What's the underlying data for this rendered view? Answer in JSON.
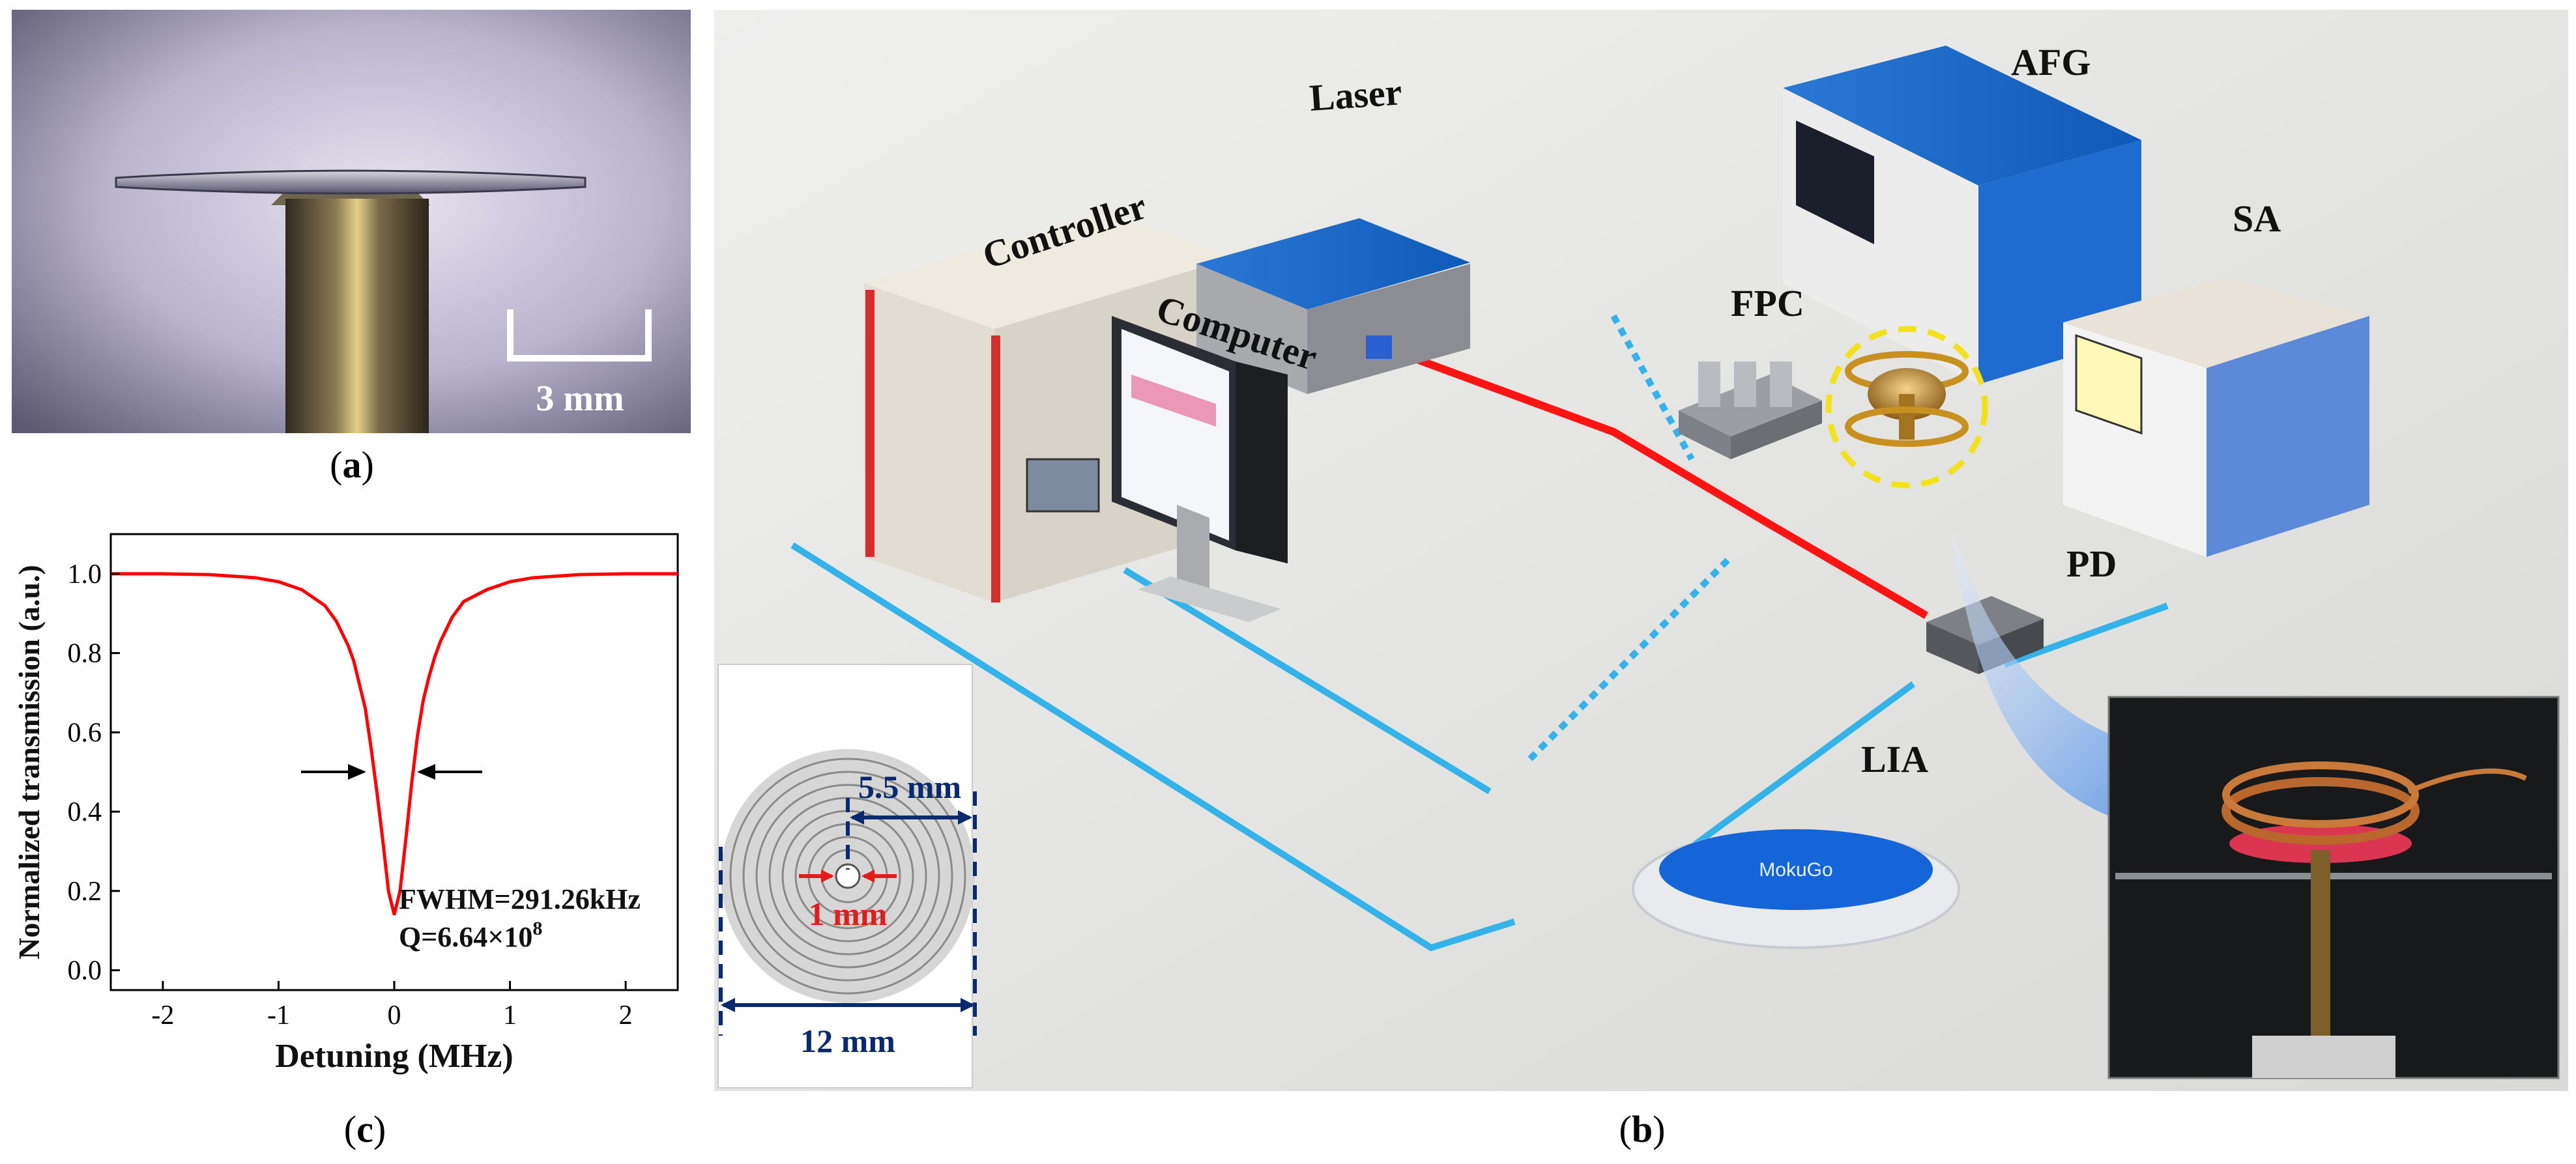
{
  "figure": {
    "captions": {
      "a": "(a)",
      "b": "(b)",
      "c": "(c)"
    }
  },
  "panel_a": {
    "scale_bar_label": "3 mm"
  },
  "panel_b": {
    "labels": {
      "afg": "AFG",
      "laser": "Laser",
      "controller": "Controller",
      "fpc": "FPC",
      "computer": "Computer",
      "sa": "SA",
      "pd": "PD",
      "lia": "LIA",
      "lia_brand": "MokuGo"
    },
    "inset_spiral": {
      "dim_radius": "5.5 mm",
      "dim_hole": "1 mm",
      "dim_diameter": "12 mm"
    }
  },
  "chart_data": {
    "type": "line",
    "xlabel": "Detuning (MHz)",
    "ylabel": "Normalized transmission (a.u.)",
    "xlim": [
      -2.45,
      2.45
    ],
    "ylim": [
      -0.05,
      1.1
    ],
    "xticks": [
      -2,
      -1,
      0,
      1,
      2
    ],
    "yticks": [
      0.0,
      0.2,
      0.4,
      0.6,
      0.8,
      1.0
    ],
    "series": [
      {
        "color": "#ff0000",
        "x": [
          -2.45,
          -2.0,
          -1.6,
          -1.2,
          -1.0,
          -0.8,
          -0.6,
          -0.5,
          -0.4,
          -0.35,
          -0.3,
          -0.25,
          -0.2,
          -0.15,
          -0.1,
          -0.05,
          0.0,
          0.05,
          0.1,
          0.15,
          0.2,
          0.25,
          0.3,
          0.35,
          0.4,
          0.5,
          0.6,
          0.8,
          1.0,
          1.2,
          1.6,
          2.0,
          2.45
        ],
        "values": [
          1.0,
          1.0,
          0.998,
          0.99,
          0.98,
          0.96,
          0.92,
          0.88,
          0.82,
          0.78,
          0.72,
          0.66,
          0.56,
          0.45,
          0.33,
          0.2,
          0.14,
          0.2,
          0.33,
          0.47,
          0.59,
          0.68,
          0.74,
          0.79,
          0.83,
          0.89,
          0.93,
          0.96,
          0.98,
          0.99,
          0.998,
          1.0,
          1.0
        ]
      }
    ],
    "annotations": {
      "fwhm": "FWHM=291.26kHz",
      "q_prefix": "Q=6.64×10",
      "q_exp": "8"
    }
  }
}
